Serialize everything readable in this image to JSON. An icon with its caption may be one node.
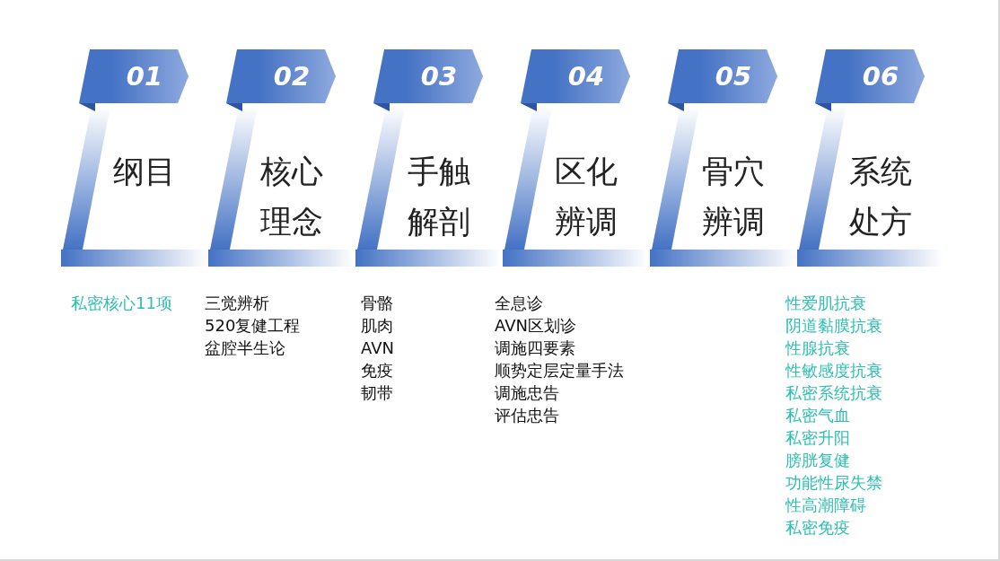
{
  "diagram": {
    "nodes": [
      {
        "text": [
          "01",
          "纲目"
        ],
        "beside": [
          "私密核心11项"
        ]
      },
      {
        "text": [
          "02",
          "核心理念"
        ],
        "beside": [
          "三觉辨析",
          "520复健工程",
          "盆腔半生论"
        ]
      },
      {
        "text": [
          "03",
          "手触解剖"
        ],
        "beside": [
          "骨骼",
          "肌肉",
          "AVN",
          "免疫",
          "韧带"
        ]
      },
      {
        "text": [
          "04",
          "区化辨调"
        ],
        "beside": [
          "全息诊",
          "AVN区划诊",
          "调施四要素",
          "顺势定层定量手法",
          "调施忠告",
          "评估忠告"
        ]
      },
      {
        "text": [
          "05",
          "骨穴辨调"
        ]
      },
      {
        "text": [
          "06",
          "系统处方"
        ],
        "beside": [
          "性爱肌抗衰",
          "阴道黏膜抗衰",
          "性腺抗衰",
          "性敏感度抗衰",
          "私密系统抗衰",
          "私密气血",
          "私密升阳",
          "膀胱复健",
          "功能性尿失禁",
          "性高潮障碍",
          "私密免疫"
        ]
      }
    ]
  }
}
